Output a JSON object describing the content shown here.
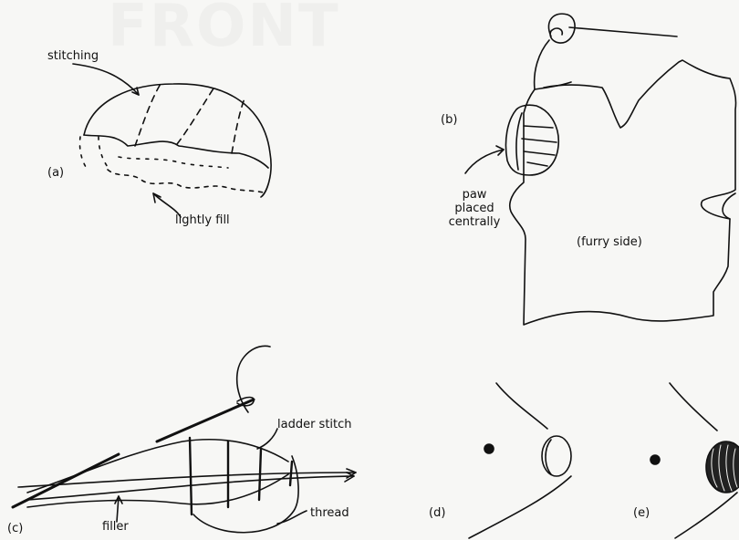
{
  "watermark": "FRONT",
  "panels": {
    "a": {
      "label": "(a)",
      "callouts": {
        "stitching": "stitching",
        "fill": "lightly fill"
      }
    },
    "b": {
      "label": "(b)",
      "callouts": {
        "paw": [
          "paw",
          "placed",
          "centrally"
        ],
        "side": "(furry side)"
      }
    },
    "c": {
      "label": "(c)",
      "callouts": {
        "ladder": "ladder stitch",
        "filler": "filler",
        "thread": "thread"
      }
    },
    "d": {
      "label": "(d)"
    },
    "e": {
      "label": "(e)"
    }
  },
  "colors": {
    "ink": "#111111",
    "paper": "#f7f7f5"
  }
}
